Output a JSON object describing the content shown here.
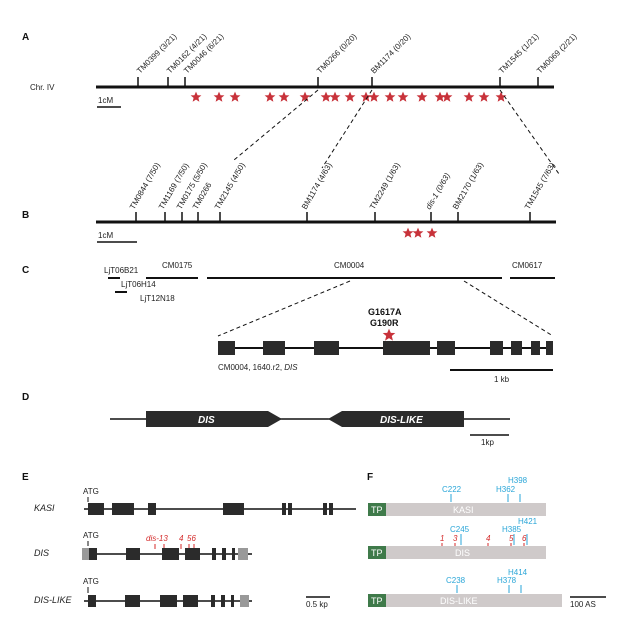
{
  "panels": {
    "a": "A",
    "b": "B",
    "c": "C",
    "d": "D",
    "e": "E",
    "f": "F"
  },
  "panel_a": {
    "chromosome": "Chr. IV",
    "scale": "1cM",
    "markers": [
      "TM0399 (3/21)",
      "TM0162 (4/21)",
      "TM0046 (6/21)",
      "TM0266 (0/20)",
      "BM1174 (0/20)",
      "TM1545 (1/21)",
      "TM0069 (2/21)"
    ]
  },
  "panel_b": {
    "scale": "1cM",
    "markers": [
      "TM0844 (7/50)",
      "TM1169 (7/50)",
      "TM0175 (5/50)",
      "TM0266",
      "TM2145 (4/50)",
      "BM1174 (4/63)",
      "TM2249 (1/63)",
      "dis-1 (0/63)",
      "BM2170 (1/63)",
      "TM1545 (7/63)"
    ]
  },
  "panel_c": {
    "clones": [
      "LjT06B21",
      "LjT06H14",
      "LjT12N18",
      "CM0175",
      "CM0004",
      "CM0617"
    ],
    "mutation_line1": "G1617A",
    "mutation_line2": "G190R",
    "gene_label": "CM0004, 1640.r2, ",
    "gene_label_italic": "DIS",
    "scale": "1 kb"
  },
  "panel_d": {
    "gene1": "DIS",
    "gene2": "DIS-LIKE",
    "scale": "1kp"
  },
  "panel_e": {
    "genes": [
      "KASI",
      "DIS",
      "DIS-LIKE"
    ],
    "atg": "ATG",
    "mutants": [
      "dis-13",
      "4",
      "56"
    ],
    "scale": "0.5 kp"
  },
  "panel_f": {
    "tp": "TP",
    "proteins": [
      "KASI",
      "DIS",
      "DIS-LIKE"
    ],
    "kasi_sites": [
      "C222",
      "H362",
      "H398"
    ],
    "dis_sites": [
      "C245",
      "H385",
      "H421"
    ],
    "dis_mutants": [
      "1",
      "3",
      "4",
      "5",
      "6"
    ],
    "dislike_sites": [
      "C238",
      "H378",
      "H414"
    ],
    "scale": "100 AS"
  },
  "colors": {
    "star": "#c8323a",
    "exon": "#2b2b2b",
    "utr": "#999999",
    "tp": "#3f7a4a",
    "protein": "#cfcaca",
    "site": "#2aa6d8",
    "mutant": "#d42a2a"
  }
}
